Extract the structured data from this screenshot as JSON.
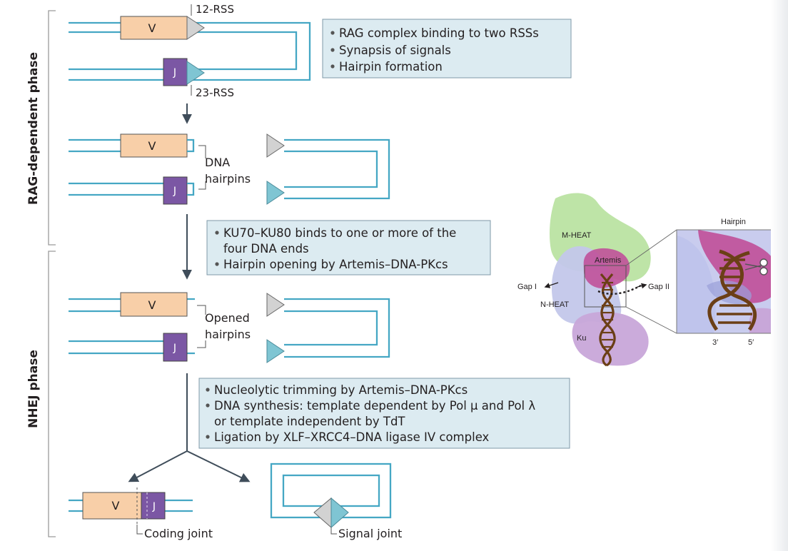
{
  "phases": {
    "rag": "RAG-dependent phase",
    "nhej": "NHEJ phase"
  },
  "labels": {
    "rss12": "12-RSS",
    "rss23": "23-RSS",
    "v": "V",
    "j": "J",
    "dna_hairpins_1": "DNA",
    "dna_hairpins_2": "hairpins",
    "opened_1": "Opened",
    "opened_2": "hairpins",
    "coding_joint": "Coding joint",
    "signal_joint": "Signal joint"
  },
  "boxes": {
    "box1": [
      "RAG complex binding to two RSSs",
      "Synapsis of signals",
      "Hairpin formation"
    ],
    "box2": [
      "KU70–KU80 binds to one or more of the",
      "four DNA ends",
      "Hairpin opening by Artemis–DNA-PKcs"
    ],
    "box3": [
      "Nucleolytic trimming by Artemis–DNA-PKcs",
      "DNA synthesis: template dependent by Pol μ and Pol λ",
      "or template independent by TdT",
      "Ligation by  XLF–XRCC4–DNA  ligase IV complex"
    ]
  },
  "structure": {
    "m_heat": "M-HEAT",
    "artemis": "Artemis",
    "gap1": "Gap I",
    "gap2": "Gap II",
    "n_heat": "N-HEAT",
    "ku": "Ku",
    "hairpin": "Hairpin",
    "end3": "3′",
    "end5": "5′"
  },
  "colors": {
    "dna": "#45a7c4",
    "v_segment": "#f8cfa8",
    "j_segment": "#7b57a4",
    "rss12": "#d2d2d2",
    "rss23": "#7fc5d3",
    "textbox": "#dcebf1",
    "m_heat": "#b9e2a0",
    "n_heat": "#c3c7ea",
    "artemis": "#c0519a",
    "ku": "#c8a7d9",
    "helix": "#6b3f16"
  }
}
